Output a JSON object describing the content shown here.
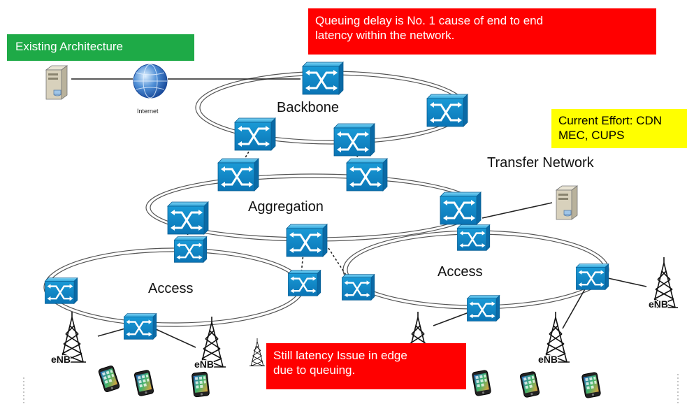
{
  "callouts": {
    "existing_architecture": "Existing Architecture",
    "queuing_delay": [
      "Queuing delay is No. 1 cause of end to end",
      "latency within the network."
    ],
    "current_effort": [
      "Current Effort: CDN",
      "MEC, CUPS"
    ],
    "edge_latency": [
      "Still latency Issue in edge",
      "due to queuing."
    ]
  },
  "rings": {
    "backbone": "Backbone",
    "aggregation": "Aggregation",
    "access_left": "Access",
    "access_right": "Access"
  },
  "labels": {
    "transfer_network": "Transfer Network",
    "internet": "Internet",
    "enb": "eNB"
  },
  "colors": {
    "green_box": "#1eaa47",
    "red_box": "#ff0000",
    "yellow_box": "#ffff00",
    "switch_blue": "#0b8fd1"
  },
  "icons": [
    "server-icon",
    "globe-icon",
    "switch-icon",
    "cell-tower-icon",
    "smartphone-icon"
  ]
}
